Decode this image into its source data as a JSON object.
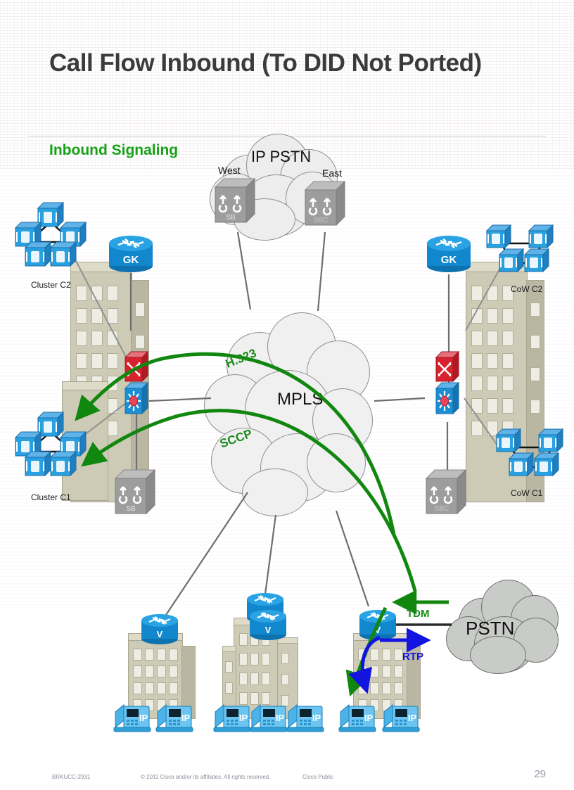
{
  "slide": {
    "title": "Call Flow Inbound (To DID Not Ported)",
    "subtitle": "Inbound Signaling",
    "subtitle_color": "#15a315",
    "title_color": "#3b3b3b",
    "page_number": "29"
  },
  "clouds": [
    {
      "id": "ip-pstn",
      "label": "IP PSTN",
      "sublabels": [
        "West",
        "East"
      ]
    },
    {
      "id": "mpls",
      "label": "MPLS"
    },
    {
      "id": "pstn",
      "label": "PSTN"
    }
  ],
  "nodes": {
    "ip_pstn_west_sbc": "SB",
    "ip_pstn_east_sbc": "SBC",
    "left_sbc": "SB",
    "right_sbc": "SBC",
    "gk_left": "GK",
    "gk_right": "GK",
    "voice_router_glyph": "V",
    "phone_glyph": "IP"
  },
  "site_labels": {
    "cluster_c2": "Cluster C2",
    "cluster_c1": "Cluster C1",
    "cow_c2": "CoW C2",
    "cow_c1": "CoW C1"
  },
  "flows": [
    {
      "name": "h323",
      "label": "H.323",
      "color": "#11870f",
      "kind": "signaling"
    },
    {
      "name": "sccp",
      "label": "SCCP",
      "color": "#11870f",
      "kind": "signaling"
    },
    {
      "name": "tdm",
      "label": "TDM",
      "color": "#11870f",
      "kind": "trunk"
    },
    {
      "name": "rtp",
      "label": "RTP",
      "color": "#1414e0",
      "kind": "media"
    }
  ],
  "footer": {
    "session_id": "BRKUCC-2931",
    "copyright": "© 2011 Cisco and/or its affiliates. All rights reserved.",
    "classification": "Cisco Public"
  }
}
